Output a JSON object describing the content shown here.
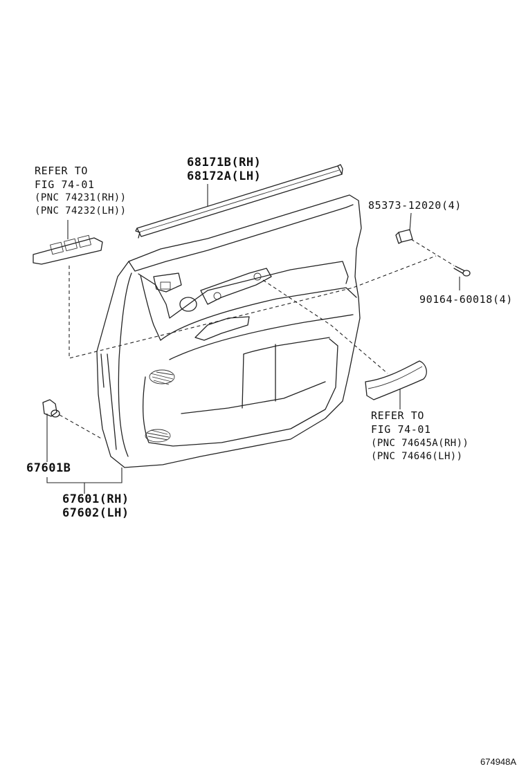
{
  "labels": {
    "switch_ref": [
      "REFER TO",
      "FIG 74-01",
      "(PNC 74231(RH))",
      "(PNC 74232(LH))"
    ],
    "weatherstrip": [
      "68171B(RH)",
      "68172A(LH)"
    ],
    "clip_a": "85373-12020(4)",
    "screw": "90164-60018(4)",
    "handle_ref": [
      "REFER TO",
      "FIG 74-01",
      "(PNC 74645A(RH))",
      "(PNC 74646(LH))"
    ],
    "clip_b": "67601B",
    "trim_panel": [
      "67601(RH)",
      "67602(LH)"
    ],
    "figure_code": "674948A"
  }
}
